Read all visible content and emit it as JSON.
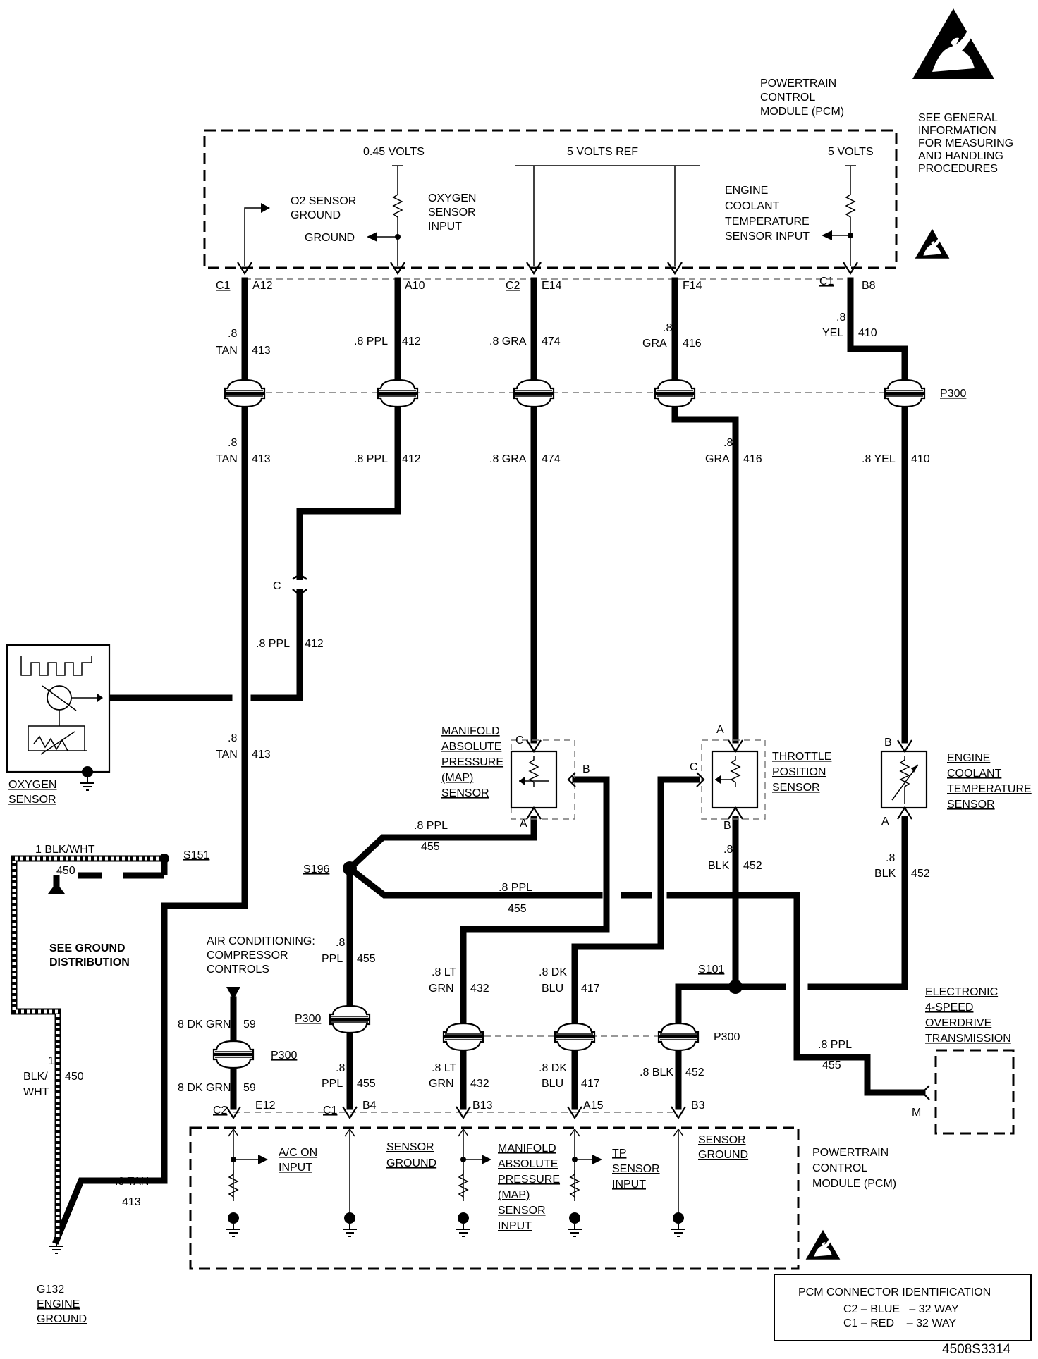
{
  "pcm_top": {
    "title_lines": [
      "POWERTRAIN",
      "CONTROL",
      "MODULE (PCM)"
    ],
    "v045": "0.45 VOLTS",
    "v5ref": "5 VOLTS REF",
    "v5": "5 VOLTS",
    "o2_ground_lines": [
      "O2 SENSOR",
      "GROUND"
    ],
    "ground": "GROUND",
    "oxygen_input_lines": [
      "OXYGEN",
      "SENSOR",
      "INPUT"
    ],
    "ect_input_lines": [
      "ENGINE",
      "COOLANT",
      "TEMPERATURE",
      "SENSOR INPUT"
    ],
    "pins": {
      "c1": "C1",
      "a12": "A12",
      "a10": "A10",
      "c2": "C2",
      "e14": "E14",
      "f14": "F14",
      "c1b": "C1",
      "b8": "B8"
    }
  },
  "esd_note_lines": [
    "SEE GENERAL",
    "INFORMATION",
    "FOR MEASURING",
    "AND HANDLING",
    "PROCEDURES"
  ],
  "wires": {
    "w413_a": ".8",
    "w413_b": "TAN",
    "w413_c": "413",
    "w412": ".8 PPL",
    "n412": "412",
    "w474": ".8 GRA",
    "n474": "474",
    "w416_a": ".8",
    "w416_b": "GRA",
    "n416": "416",
    "w410_a": ".8",
    "w410_b": "YEL",
    "n410": "410",
    "w410_2": ".8 YEL",
    "w455": ".8 PPL",
    "n455": "455",
    "w432_a": ".8 LT",
    "w432_b": "GRN",
    "n432": "432",
    "w417_a": ".8 DK",
    "w417_b": "BLU",
    "n417": "417",
    "w452_a": ".8",
    "w452_b": "BLK",
    "n452": "452",
    "w452_c": ".8 BLK",
    "w59": "8 DK GRN",
    "n59": "59",
    "w450": "1 BLK/WHT",
    "n450": "450",
    "w450_a": "1",
    "w450_b": "BLK/",
    "w450_c": "WHT",
    "w413_tan": ".8 TAN",
    "w455_a": ".8",
    "w455_b": "PPL"
  },
  "connectors": {
    "p300": "P300",
    "c_inline": "C",
    "s151": "S151",
    "s196": "S196",
    "s101": "S101"
  },
  "components": {
    "oxygen_sensor_lines": [
      "OXYGEN",
      "SENSOR"
    ],
    "map_sensor_lines": [
      "MANIFOLD",
      "ABSOLUTE",
      "PRESSURE",
      "(MAP)",
      "SENSOR"
    ],
    "tp_sensor_lines": [
      "THROTTLE",
      "POSITION",
      "SENSOR"
    ],
    "ect_sensor_lines": [
      "ENGINE",
      "COOLANT",
      "TEMPERATURE",
      "SENSOR"
    ],
    "ground_dist_lines": [
      "SEE GROUND",
      "DISTRIBUTION"
    ],
    "ac_lines": [
      "AIR CONDITIONING:",
      "COMPRESSOR",
      "CONTROLS"
    ],
    "trans_lines": [
      "ELECTRONIC",
      "4-SPEED",
      "OVERDRIVE",
      "TRANSMISSION"
    ],
    "g132_lines": [
      "G132",
      "ENGINE",
      "GROUND"
    ],
    "pin_c": "C",
    "pin_b": "B",
    "pin_a": "A",
    "pin_m": "M"
  },
  "pcm_bottom": {
    "title_lines": [
      "POWERTRAIN",
      "CONTROL",
      "MODULE (PCM)"
    ],
    "ac_on_lines": [
      "A/C ON",
      "INPUT"
    ],
    "sensor_ground_lines": [
      "SENSOR",
      "GROUND"
    ],
    "map_input_lines": [
      "MANIFOLD",
      "ABSOLUTE",
      "PRESSURE",
      "(MAP)",
      "SENSOR",
      "INPUT"
    ],
    "tp_input_lines": [
      "TP",
      "SENSOR",
      "INPUT"
    ],
    "sensor_ground2_lines": [
      "SENSOR",
      "GROUND"
    ],
    "pins": {
      "c2": "C2",
      "e12": "E12",
      "c1": "C1",
      "b4": "B4",
      "b13": "B13",
      "a15": "A15",
      "b3": "B3"
    }
  },
  "pcm_id": {
    "title": "PCM CONNECTOR IDENTIFICATION",
    "row1": "C2 – BLUE   – 32 WAY",
    "row2": "C1 – RED    – 32 WAY"
  },
  "figure_code": "4508S3314"
}
